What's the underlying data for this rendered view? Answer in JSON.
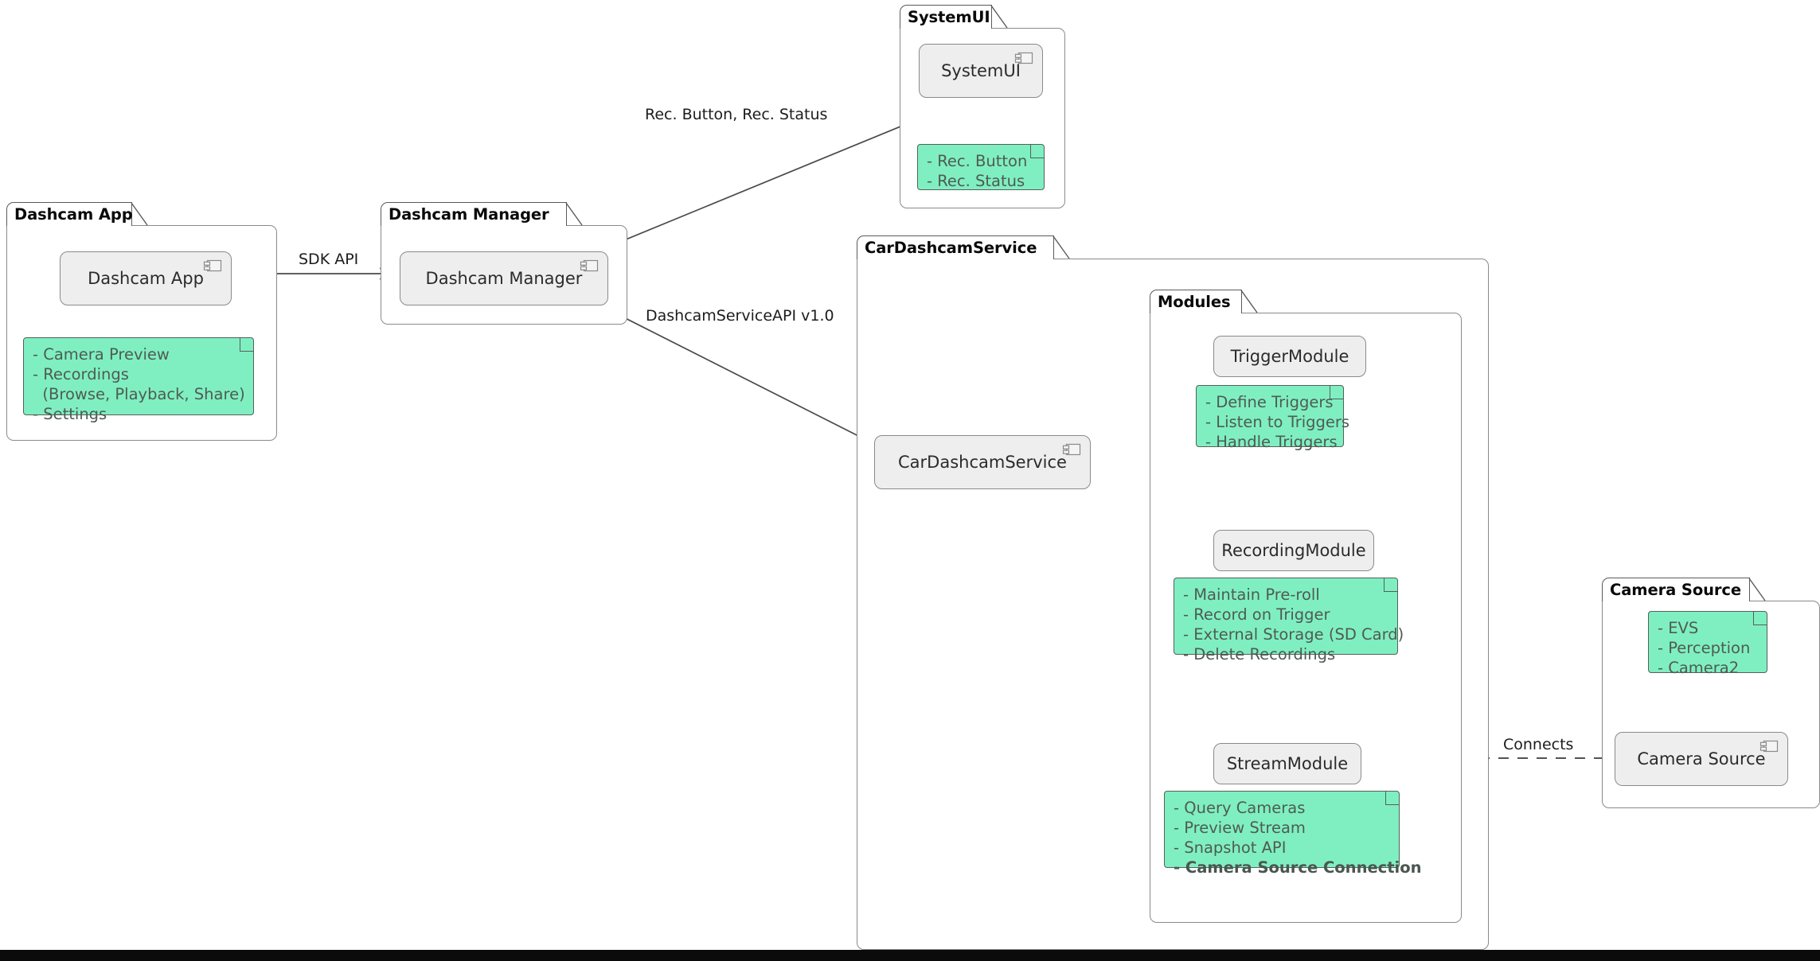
{
  "diagram": {
    "title": "CarDashcamService Component Architecture",
    "type": "uml-component-diagram",
    "colors": {
      "note_fill": "#7FEFC1",
      "note_border": "#555F5A",
      "component_fill": "#EEEEEE",
      "component_border": "#8A8A8A",
      "package_border": "#8A8A8A",
      "text": "#2B2B2B",
      "note_text": "#4F5B54",
      "background": "#FFFFFF"
    }
  },
  "packages": {
    "dashcam_app": {
      "label": "Dashcam App",
      "component": {
        "label": "Dashcam App",
        "icon": "component-icon"
      },
      "note": {
        "lines": [
          {
            "text": "- Camera Preview",
            "bold": false
          },
          {
            "text": "- Recordings",
            "bold": false
          },
          {
            "text": "  (Browse, Playback, Share)",
            "bold": false
          },
          {
            "text": "- Settings",
            "bold": false
          }
        ]
      }
    },
    "dashcam_manager": {
      "label": "Dashcam Manager",
      "component": {
        "label": "Dashcam Manager",
        "icon": "component-icon"
      }
    },
    "system_ui": {
      "label": "SystemUI",
      "component": {
        "label": "SystemUI",
        "icon": "component-icon"
      },
      "note": {
        "lines": [
          {
            "text": "- Rec. Button",
            "bold": false
          },
          {
            "text": "- Rec. Status",
            "bold": false
          }
        ]
      }
    },
    "car_dashcam_service": {
      "label": "CarDashcamService",
      "component": {
        "label": "CarDashcamService",
        "icon": "component-icon"
      },
      "subpackage": {
        "label": "Modules",
        "modules": [
          {
            "name": "trigger_module",
            "label": "TriggerModule",
            "note": {
              "lines": [
                {
                  "text": "- Define Triggers",
                  "bold": false
                },
                {
                  "text": "- Listen to Triggers",
                  "bold": false
                },
                {
                  "text": "- Handle Triggers",
                  "bold": false
                }
              ]
            }
          },
          {
            "name": "recording_module",
            "label": "RecordingModule",
            "note": {
              "lines": [
                {
                  "text": "- Maintain Pre-roll",
                  "bold": false
                },
                {
                  "text": "- Record on Trigger",
                  "bold": false
                },
                {
                  "text": "- External Storage (SD Card)",
                  "bold": false
                },
                {
                  "text": "- Delete Recordings",
                  "bold": false
                }
              ]
            }
          },
          {
            "name": "stream_module",
            "label": "StreamModule",
            "note": {
              "lines": [
                {
                  "text": "- Query Cameras",
                  "bold": false
                },
                {
                  "text": "- Preview Stream",
                  "bold": false
                },
                {
                  "text": "- Snapshot API",
                  "bold": false
                },
                {
                  "text": "- Camera Source Connection",
                  "bold": true
                }
              ]
            }
          }
        ]
      }
    },
    "camera_source": {
      "label": "Camera Source",
      "component": {
        "label": "Camera Source",
        "icon": "component-icon"
      },
      "note": {
        "lines": [
          {
            "text": "- EVS",
            "bold": false
          },
          {
            "text": "- Perception",
            "bold": false
          },
          {
            "text": "- Camera2",
            "bold": false
          }
        ]
      }
    }
  },
  "edges": [
    {
      "name": "app-to-manager",
      "from": "Dashcam App",
      "to": "Dashcam Manager",
      "label": "SDK API",
      "style": "solid-arrow"
    },
    {
      "name": "manager-to-systemui",
      "from": "Dashcam Manager",
      "to": "SystemUI",
      "label": "Rec. Button, Rec. Status",
      "style": "solid-arrow"
    },
    {
      "name": "manager-to-service",
      "from": "Dashcam Manager",
      "to": "CarDashcamService",
      "label": "DashcamServiceAPI v1.0",
      "style": "solid-arrow"
    },
    {
      "name": "service-to-trigger",
      "from": "CarDashcamService",
      "to": "TriggerModule",
      "label": "",
      "style": "solid-arrow"
    },
    {
      "name": "service-to-recording",
      "from": "CarDashcamService",
      "to": "RecordingModule",
      "label": "",
      "style": "solid-arrow"
    },
    {
      "name": "service-to-stream",
      "from": "CarDashcamService",
      "to": "StreamModule",
      "label": "",
      "style": "curved-arrow"
    },
    {
      "name": "stream-to-camera-source",
      "from": "StreamModule",
      "to": "Camera Source",
      "label": "Connects",
      "style": "dashed"
    }
  ]
}
